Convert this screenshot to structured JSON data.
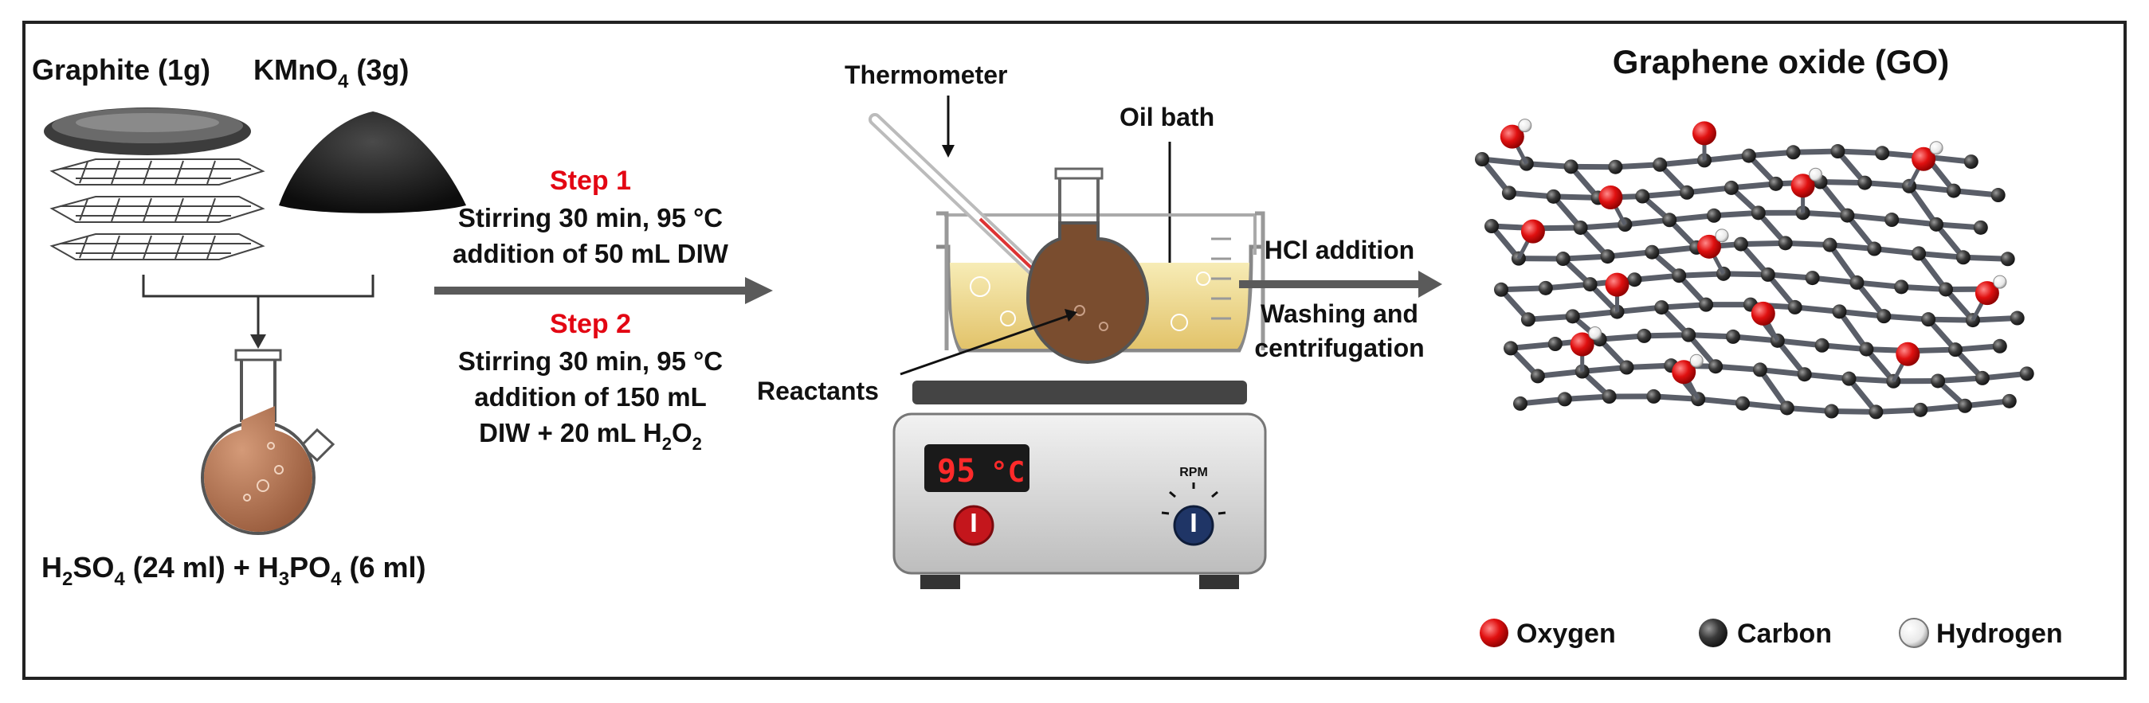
{
  "labels": {
    "graphite": "Graphite (1g)",
    "kmno4": {
      "main": "KMnO",
      "sub": "4",
      "rest": " (3g)"
    },
    "acids": {
      "p1": "H",
      "s1": "2",
      "p2": "SO",
      "s2": "4",
      "p3": " (24 ml) + H",
      "s3": "3",
      "p4": "PO",
      "s4": "4",
      "p5": " (6 ml)"
    },
    "step1": {
      "title": "Step 1",
      "line1": "Stirring 30 min, 95 °C",
      "line2": "addition of 50 mL DIW"
    },
    "step2": {
      "title": "Step 2",
      "line1": "Stirring 30 min, 95 °C",
      "line2": "addition of 150 mL",
      "line3_a": "DIW + 20 mL H",
      "line3_s1": "2",
      "line3_b": "O",
      "line3_s2": "2"
    },
    "thermometer": "Thermometer",
    "oil_bath": "Oil bath",
    "reactants": "Reactants",
    "display_temp": "95",
    "display_unit": "°C",
    "rpm": "RPM",
    "hcl": "HCl addition",
    "washing1": "Washing and",
    "washing2": "centrifugation",
    "go_title": "Graphene oxide (GO)"
  },
  "legend": [
    {
      "label": "Oxygen",
      "color": "#e01010"
    },
    {
      "label": "Carbon",
      "color": "#3a3a3a"
    },
    {
      "label": "Hydrogen",
      "color": "#f4f4f4"
    }
  ],
  "colors": {
    "step_title": "#e30613",
    "arrow": "#555555",
    "flask_liquid": "#b97a57",
    "oil": "#f0dc8c",
    "display_bg": "#1a1a1a",
    "display_digits": "#ff2a2a"
  }
}
